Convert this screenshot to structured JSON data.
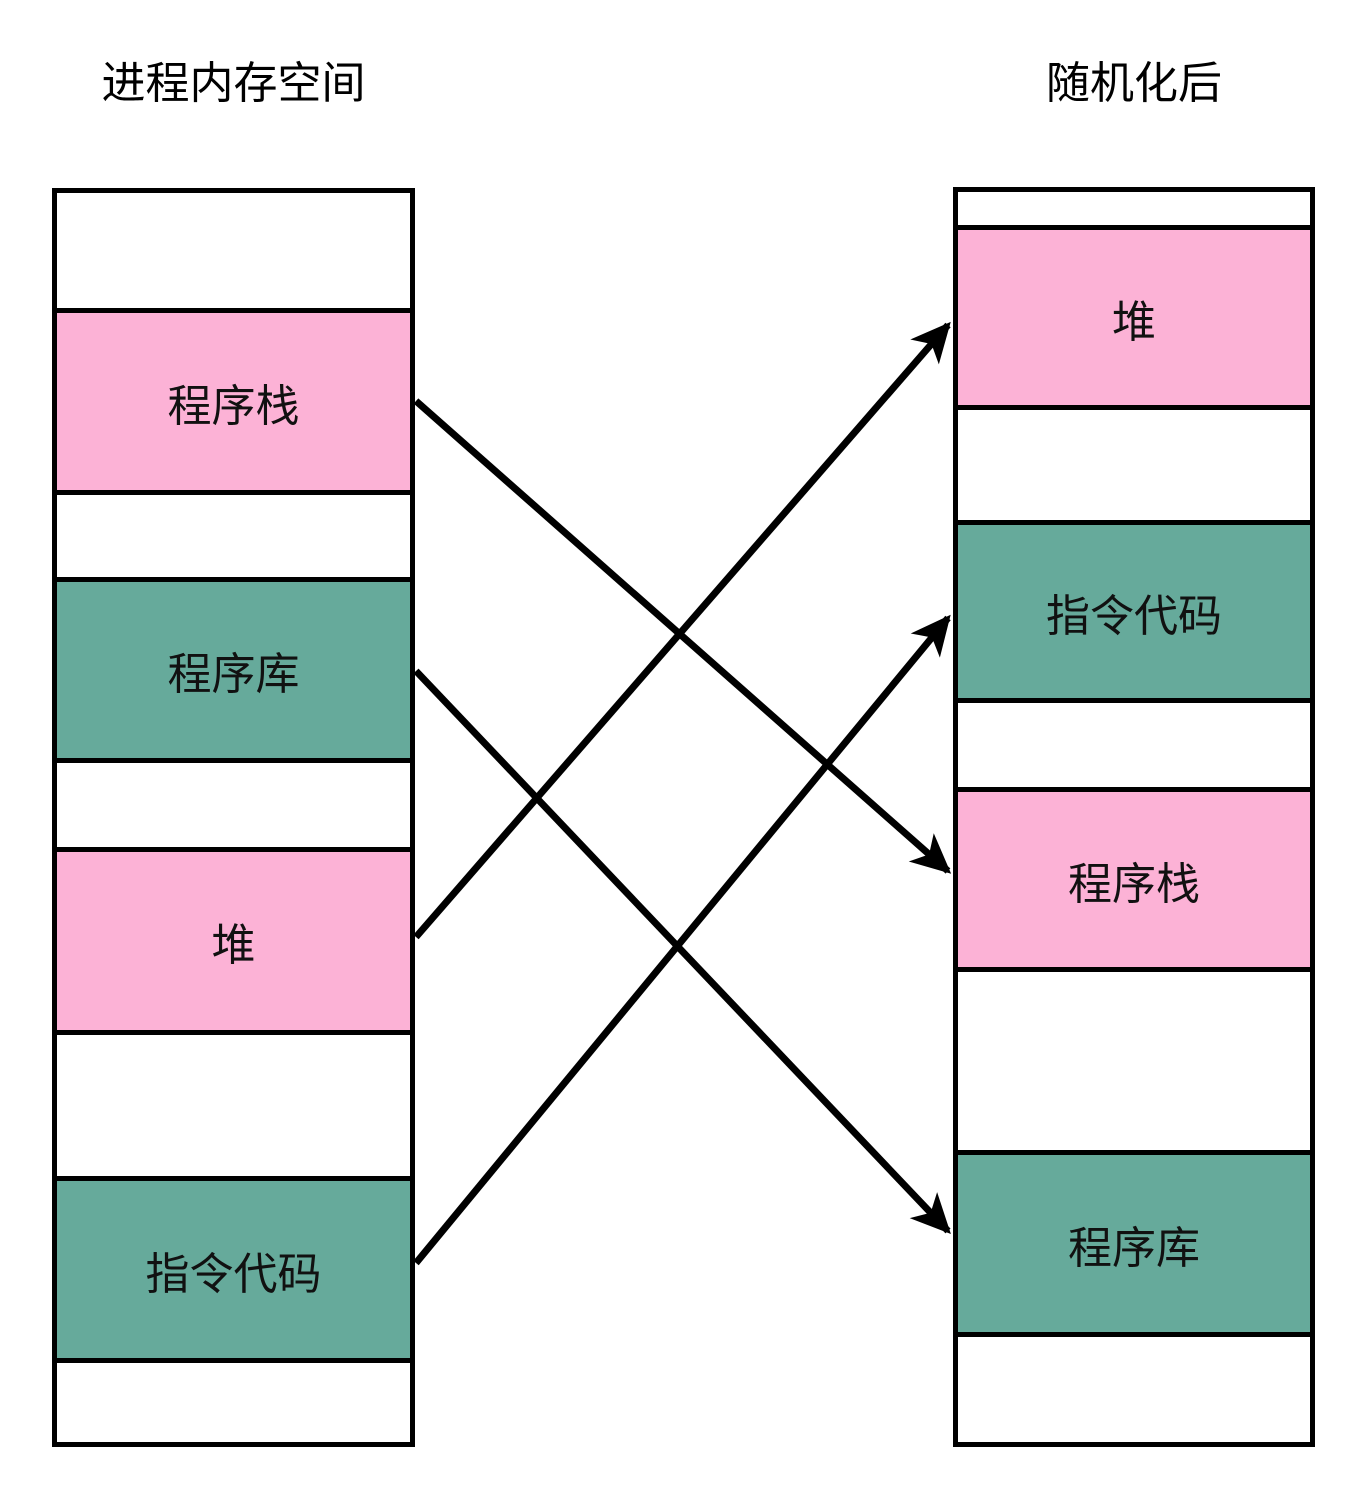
{
  "diagram": {
    "type": "memory-layout-randomization",
    "left_column": {
      "title": "进程内存空间",
      "segments": [
        {
          "label": "",
          "color": "white"
        },
        {
          "label": "程序栈",
          "color": "pink"
        },
        {
          "label": "",
          "color": "white"
        },
        {
          "label": "程序库",
          "color": "green"
        },
        {
          "label": "",
          "color": "white"
        },
        {
          "label": "堆",
          "color": "pink"
        },
        {
          "label": "",
          "color": "white"
        },
        {
          "label": "指令代码",
          "color": "green"
        },
        {
          "label": "",
          "color": "white"
        }
      ]
    },
    "right_column": {
      "title": "随机化后",
      "segments": [
        {
          "label": "",
          "color": "white"
        },
        {
          "label": "堆",
          "color": "pink"
        },
        {
          "label": "",
          "color": "white"
        },
        {
          "label": "指令代码",
          "color": "green"
        },
        {
          "label": "",
          "color": "white"
        },
        {
          "label": "程序栈",
          "color": "pink"
        },
        {
          "label": "",
          "color": "white"
        },
        {
          "label": "程序库",
          "color": "green"
        },
        {
          "label": "",
          "color": "white"
        }
      ]
    },
    "arrows": [
      {
        "from": "程序栈",
        "to": "程序栈"
      },
      {
        "from": "程序库",
        "to": "程序库"
      },
      {
        "from": "堆",
        "to": "堆"
      },
      {
        "from": "指令代码",
        "to": "指令代码"
      }
    ],
    "colors": {
      "pink": "#FCB2D6",
      "green": "#66AA9B",
      "outline": "#000000",
      "background": "#FFFFFF"
    }
  }
}
